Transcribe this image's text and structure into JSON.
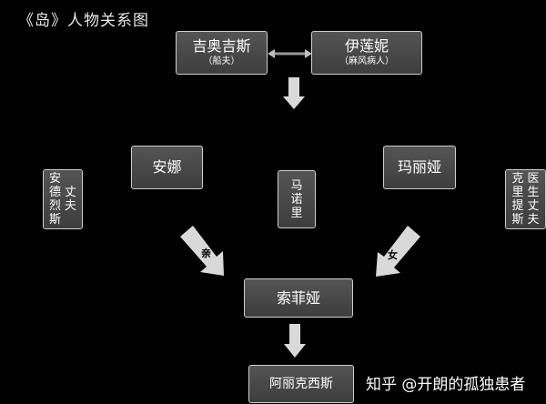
{
  "title": "《岛》人物关系图",
  "nodes": {
    "guiorgis": {
      "name": "吉奥吉斯",
      "role": "（船夫）"
    },
    "eleni": {
      "name": "伊莲妮",
      "role": "（麻风病人）"
    },
    "anna": {
      "name": "安娜"
    },
    "maria": {
      "name": "玛丽娅"
    },
    "manolis": {
      "name": "马诺里"
    },
    "andreas": {
      "lines": [
        "丈夫",
        "安德烈斯"
      ]
    },
    "kyritsis": {
      "lines": [
        "医生丈夫",
        "克里提斯"
      ]
    },
    "sofia": {
      "name": "索菲娅"
    },
    "alexis": {
      "name": "阿丽克西斯"
    }
  },
  "arrow_labels": {
    "left": "亲",
    "right": "女"
  },
  "watermark": "知乎 @开朗的孤独患者"
}
